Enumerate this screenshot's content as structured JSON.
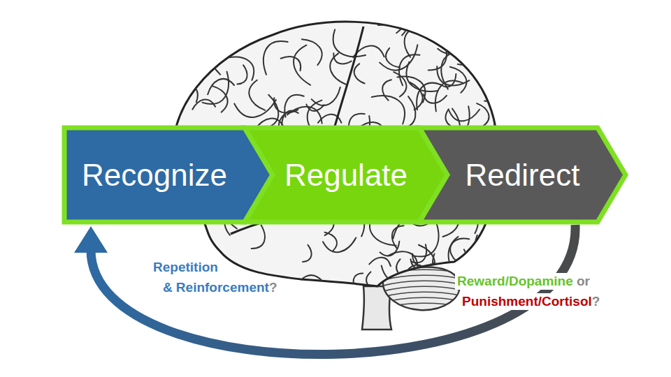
{
  "diagram": {
    "nodes": [
      {
        "text": [
          "Recognize"
        ]
      },
      {
        "text": [
          "Regulate"
        ]
      },
      {
        "text": [
          "Redirect"
        ]
      }
    ],
    "edges": [
      {
        "from": 2,
        "to": 0,
        "arrow": "to"
      }
    ],
    "labels": [
      "Repetition",
      "&",
      "Reinforcement",
      "?",
      "Reward/Dopamine",
      "or",
      "Punishment/Cortisol",
      "?"
    ]
  }
}
